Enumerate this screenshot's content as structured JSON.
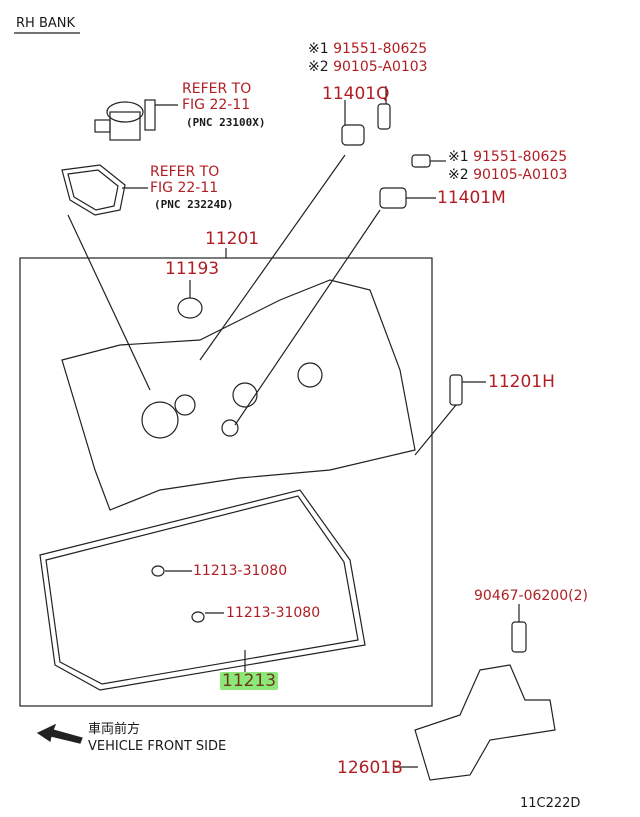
{
  "header": {
    "bank": "RH BANK"
  },
  "refs": [
    {
      "line1": "REFER TO",
      "line2": "FIG 22-11",
      "pnc": "(PNC 23100X)"
    },
    {
      "line1": "REFER TO",
      "line2": "FIG 22-11",
      "pnc": "(PNC 23224D)"
    }
  ],
  "bolts": [
    {
      "n1": "※1",
      "p1": "91551-80625",
      "n2": "※2",
      "p2": "90105-A0103"
    },
    {
      "n1": "※1",
      "p1": "91551-80625",
      "n2": "※2",
      "p2": "90105-A0103"
    }
  ],
  "parts": {
    "p11401Q": "11401Q",
    "p11401M": "11401M",
    "p11201": "11201",
    "p11193": "11193",
    "p11201H": "11201H",
    "p11213_a": "11213-31080",
    "p11213_b": "11213-31080",
    "p11213": "11213",
    "p90467": "90467-06200(2)",
    "p12601B": "12601B"
  },
  "direction": {
    "jp": "車両前方",
    "en": "VEHICLE FRONT SIDE"
  },
  "figure_id": "11C222D",
  "colors": {
    "label": "#b01e23",
    "highlight": "#8ee879"
  }
}
